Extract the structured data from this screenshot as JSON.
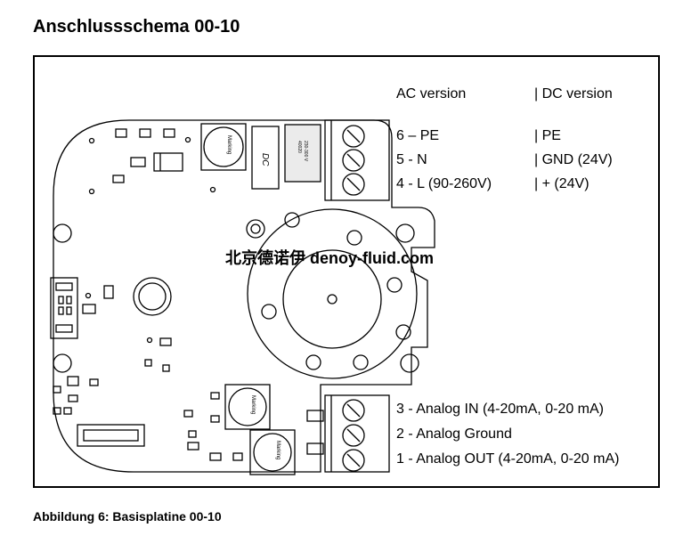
{
  "title": "Anschlussschema 00-10",
  "header": {
    "ac": "AC version",
    "dc": "| DC version"
  },
  "power_terminals": [
    {
      "ac": "6 – PE",
      "dc": "| PE"
    },
    {
      "ac": "5 - N",
      "dc": "| GND (24V)"
    },
    {
      "ac": "4 - L (90-260V)",
      "dc": "| + (24V)"
    }
  ],
  "signal_terminals": [
    {
      "label": "3 - Analog IN (4-20mA, 0-20 mA)"
    },
    {
      "label": "2 - Analog Ground"
    },
    {
      "label": "1 - Analog OUT (4-20mA, 0-20 mA)"
    }
  ],
  "component_marks": {
    "marking": "Marking",
    "dc": "DC",
    "relay_top": "40020",
    "relay_bottom": "230-300 V"
  },
  "watermark": "北京德诺伊 denoy-fluid.com",
  "caption": "Abbildung 6: Basisplatine 00-10"
}
